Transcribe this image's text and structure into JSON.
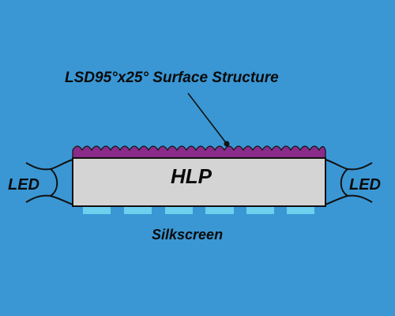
{
  "diagram": {
    "background_color": "#3a97d4",
    "surface_structure_label": "LSD95°x25° Surface Structure",
    "panel_label": "HLP",
    "left_led_label": "LED",
    "right_led_label": "LED",
    "silkscreen_label": "Silkscreen",
    "colors": {
      "panel_fill": "#d4d4d4",
      "surface_structure": "#8a2b8a",
      "silkscreen_dots": "#6ed0ee",
      "outline": "#111111"
    }
  }
}
